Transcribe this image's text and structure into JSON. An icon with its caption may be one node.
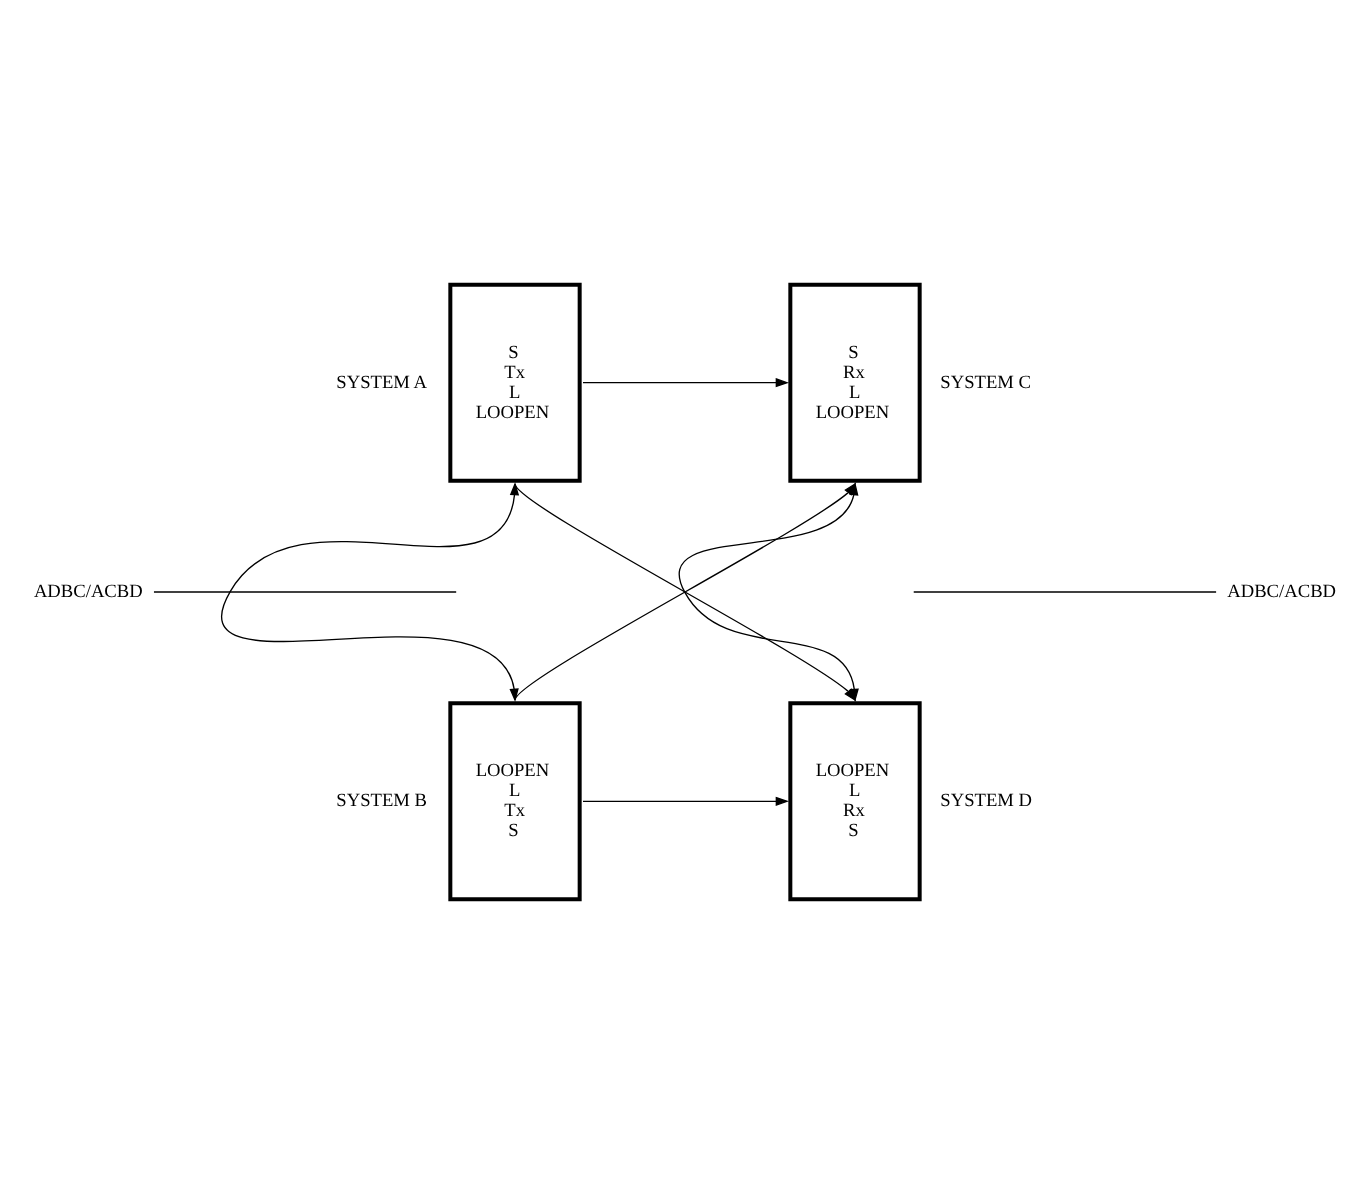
{
  "diagram": {
    "nodes": [
      {
        "text": [
          "S",
          "Tx",
          "L",
          "LOOPEN"
        ],
        "beside": [
          "SYSTEM A"
        ]
      },
      {
        "text": [
          "S",
          "Rx",
          "L",
          "LOOPEN"
        ],
        "beside": [
          "SYSTEM C"
        ]
      },
      {
        "text": [
          "LOOPEN",
          "L",
          "Tx",
          "S"
        ],
        "beside": [
          "SYSTEM B"
        ]
      },
      {
        "text": [
          "LOOPEN",
          "L",
          "Rx",
          "S"
        ],
        "beside": [
          "SYSTEM D"
        ]
      },
      {
        "text": [
          "ADBC/ACBD"
        ]
      },
      {
        "text": [
          "ADBC/ACBD"
        ]
      }
    ],
    "edges": [
      {
        "from": 0,
        "to": 1,
        "arrow": "to"
      },
      {
        "from": 0,
        "to": 3,
        "arrow": "to"
      },
      {
        "from": 2,
        "to": 1,
        "arrow": "to"
      },
      {
        "from": 2,
        "to": 3,
        "arrow": "to"
      },
      {
        "from": 0,
        "to": 2,
        "arrow": "both"
      },
      {
        "from": 1,
        "to": 3,
        "arrow": "both"
      },
      {
        "from": 4,
        "to": null,
        "arrow": "none"
      },
      {
        "from": 5,
        "to": null,
        "arrow": "none"
      }
    ]
  }
}
